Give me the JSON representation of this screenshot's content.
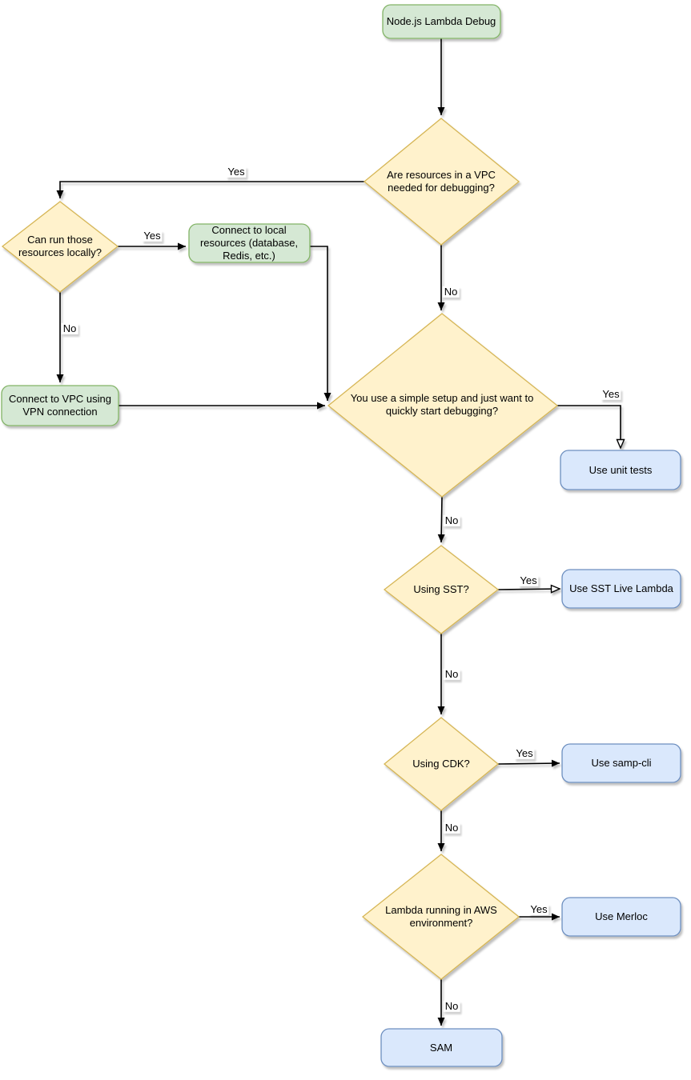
{
  "colors": {
    "canvas_bg": "#ffffff",
    "process_fill": "#d5e8d4",
    "process_border": "#82b366",
    "decision_fill": "#fff2cc",
    "decision_border": "#d6b656",
    "result_fill": "#dae8fc",
    "result_border": "#6c8ebf",
    "edge_stroke": "#000000",
    "label_bg": "#ffffff",
    "text": "#000000"
  },
  "nodes": {
    "start": {
      "label": "Node.js Lambda Debug",
      "type": "start"
    },
    "vpc_question": {
      "label": "Are resources in a VPC needed for debugging?",
      "type": "decision"
    },
    "local_question": {
      "label": "Can run those resources locally?",
      "type": "decision"
    },
    "local_resources": {
      "label": "Connect to local resources (database, Redis, etc.)",
      "type": "process"
    },
    "vpn": {
      "label": "Connect to VPC using VPN connection",
      "type": "process"
    },
    "simple_setup": {
      "label": "You use a simple setup and just want to quickly start debugging?",
      "type": "decision"
    },
    "unit_tests": {
      "label": "Use unit tests",
      "type": "result"
    },
    "sst_question": {
      "label": "Using SST?",
      "type": "decision"
    },
    "sst_live": {
      "label": "Use SST Live Lambda",
      "type": "result"
    },
    "cdk_question": {
      "label": "Using CDK?",
      "type": "decision"
    },
    "samp_cli": {
      "label": "Use samp-cli",
      "type": "result"
    },
    "aws_env_question": {
      "label": "Lambda running in AWS environment?",
      "type": "decision"
    },
    "merloc": {
      "label": "Use Merloc",
      "type": "result"
    },
    "sam": {
      "label": "SAM",
      "type": "result"
    }
  },
  "edge_labels": {
    "vpc_yes": "Yes",
    "vpc_no": "No",
    "local_yes": "Yes",
    "local_no": "No",
    "simple_yes": "Yes",
    "simple_no": "No",
    "sst_yes": "Yes",
    "sst_no": "No",
    "cdk_yes": "Yes",
    "cdk_no": "No",
    "aws_yes": "Yes",
    "aws_no": "No"
  }
}
